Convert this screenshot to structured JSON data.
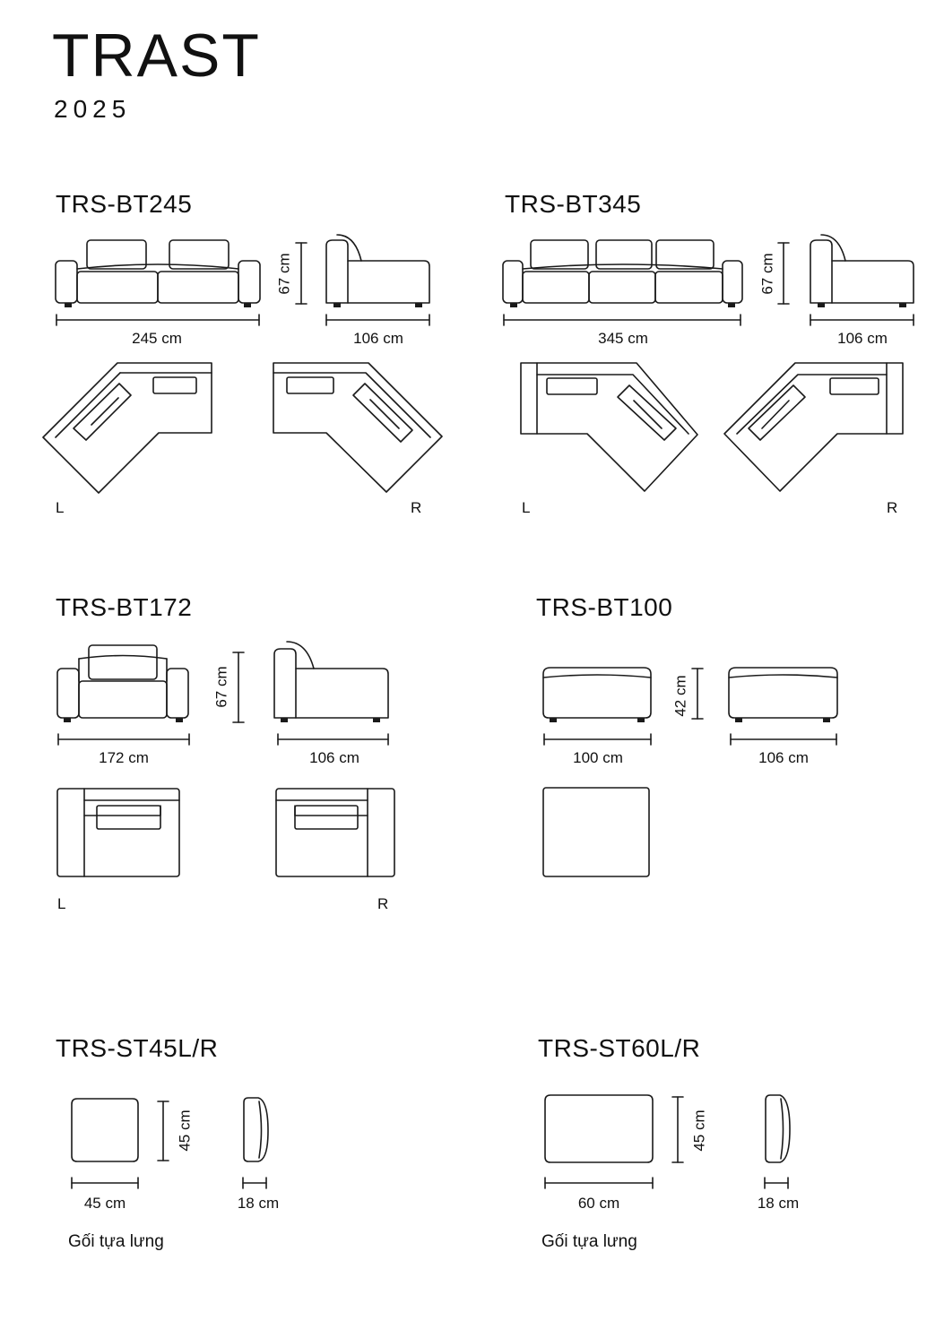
{
  "header": {
    "brand": "TRAST",
    "year": "2025"
  },
  "products": [
    {
      "model": "TRS-BT245",
      "width": "245 cm",
      "height": "67 cm",
      "depth": "106 cm",
      "left": "L",
      "right": "R"
    },
    {
      "model": "TRS-BT345",
      "width": "345 cm",
      "height": "67 cm",
      "depth": "106 cm",
      "left": "L",
      "right": "R"
    },
    {
      "model": "TRS-BT172",
      "width": "172 cm",
      "height": "67 cm",
      "depth": "106 cm",
      "left": "L",
      "right": "R"
    },
    {
      "model": "TRS-BT100",
      "width": "100 cm",
      "height": "42 cm",
      "depth": "106 cm"
    },
    {
      "model": "TRS-ST45L/R",
      "width": "45 cm",
      "height": "45 cm",
      "depth": "18 cm",
      "caption": "Gối tựa lưng"
    },
    {
      "model": "TRS-ST60L/R",
      "width": "60 cm",
      "height": "45 cm",
      "depth": "18 cm",
      "caption": "Gối tựa lưng"
    }
  ]
}
